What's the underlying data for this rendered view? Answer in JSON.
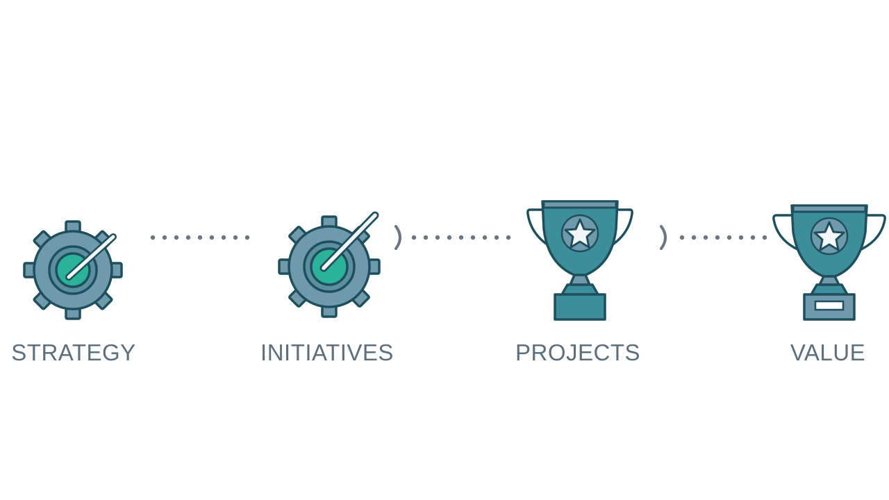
{
  "steps": [
    {
      "label": "STRATEGY",
      "icon": "gear-target-icon"
    },
    {
      "label": "INITIATIVES",
      "icon": "gear-target-icon"
    },
    {
      "label": "PROJECTS",
      "icon": "trophy-icon"
    },
    {
      "label": "VALUE",
      "icon": "trophy-plaque-icon"
    }
  ],
  "colors": {
    "outline": "#1f4f5c",
    "gear": "#6e9aaa",
    "target": "#2bb39a",
    "trophy": "#3d8e9b",
    "connector": "#6b7680",
    "label": "#5d6f7a"
  }
}
